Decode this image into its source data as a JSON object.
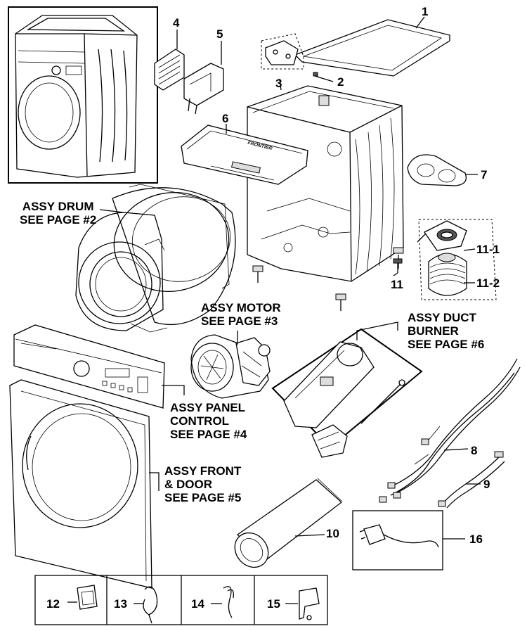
{
  "labels": {
    "drum": [
      "ASSY DRUM",
      "SEE PAGE #2"
    ],
    "motor": [
      "ASSY MOTOR",
      "SEE PAGE #3"
    ],
    "duct": [
      "ASSY DUCT",
      "BURNER",
      "SEE PAGE #6"
    ],
    "panel": [
      "ASSY PANEL",
      "CONTROL",
      "SEE PAGE #4"
    ],
    "front": [
      "ASSY FRONT",
      "& DOOR",
      "SEE PAGE #5"
    ]
  },
  "parts": {
    "p1": "1",
    "p2": "2",
    "p3": "3",
    "p4": "4",
    "p5": "5",
    "p6": "6",
    "p7": "7",
    "p8": "8",
    "p9": "9",
    "p10": "10",
    "p11": "11",
    "p11_1": "11-1",
    "p11_2": "11-2",
    "p12": "12",
    "p13": "13",
    "p14": "14",
    "p15": "15",
    "p16": "16"
  },
  "decals": {
    "panel_brand": "FRONTIER"
  }
}
